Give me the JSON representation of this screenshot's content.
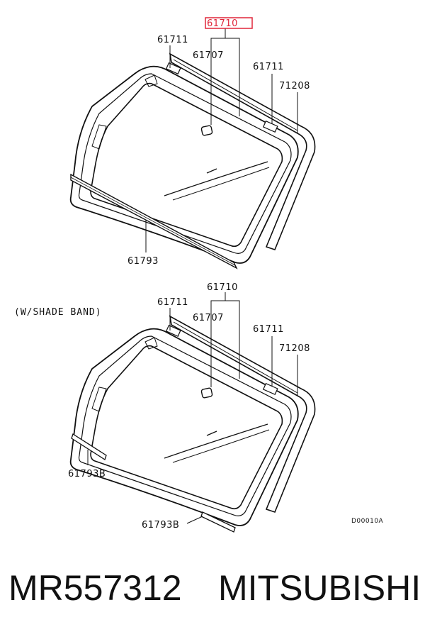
{
  "upper": {
    "label_61710": "61710",
    "label_61711_left": "61711",
    "label_61707": "61707",
    "label_61711_right": "61711",
    "label_71208": "71208",
    "label_61793": "61793",
    "highlight_color": "#e0263a"
  },
  "lower": {
    "caption": "(W/SHADE BAND)",
    "label_61710": "61710",
    "label_61711_left": "61711",
    "label_61707": "61707",
    "label_61711_right": "61711",
    "label_71208": "71208",
    "label_61793b_upper": "61793B",
    "label_61793b_lower": "61793B",
    "drawing_code": "D00010A"
  },
  "footer": {
    "part_number": "MR557312",
    "brand": "MITSUBISHI"
  }
}
